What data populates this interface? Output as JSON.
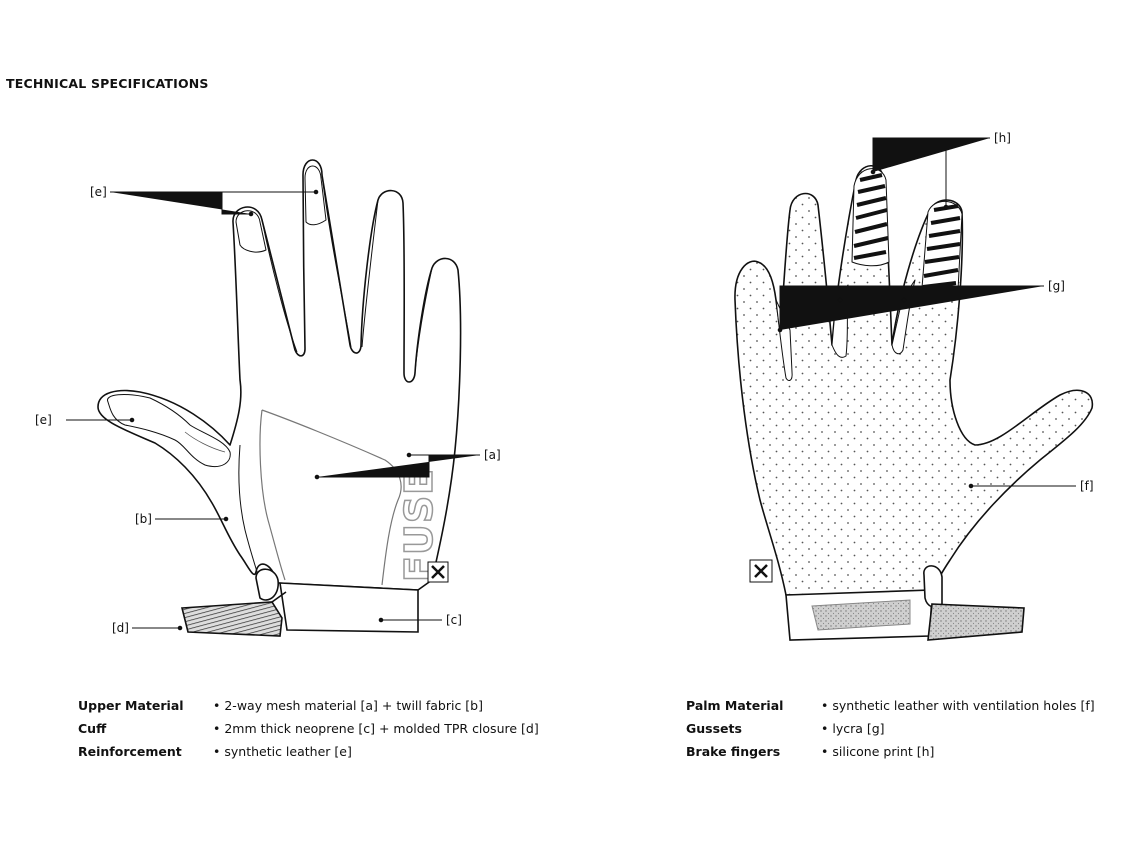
{
  "page": {
    "title": "TECHNICAL SPECIFICATIONS"
  },
  "diagram": {
    "back_view": {
      "brand_text": "FUSE",
      "callouts": {
        "e_top": "[e]",
        "e_thumb": "[e]",
        "a": "[a]",
        "b": "[b]",
        "c": "[c]",
        "d": "[d]"
      }
    },
    "palm_view": {
      "callouts": {
        "h": "[h]",
        "g": "[g]",
        "f": "[f]"
      }
    }
  },
  "specs_left": [
    {
      "label": "Upper Material",
      "value": "2-way mesh material [a] + twill fabric [b]"
    },
    {
      "label": "Cuff",
      "value": "2mm thick neoprene [c] + molded TPR closure [d]"
    },
    {
      "label": "Reinforcement",
      "value": "synthetic leather [e]"
    }
  ],
  "specs_right": [
    {
      "label": "Palm Material",
      "value": "synthetic leather with ventilation holes [f]"
    },
    {
      "label": "Gussets",
      "value": "lycra [g]"
    },
    {
      "label": "Brake fingers",
      "value": "silicone print [h]"
    }
  ]
}
